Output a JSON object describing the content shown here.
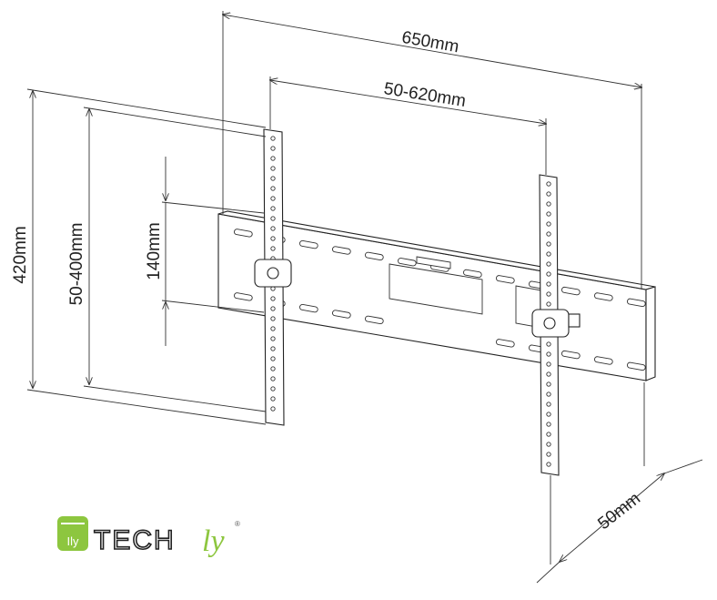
{
  "dimensions": {
    "overall_width": "650mm",
    "vesa_horizontal": "50-620mm",
    "overall_height": "420mm",
    "vesa_vertical": "50-400mm",
    "rail_height": "140mm",
    "depth": "50mm"
  },
  "logo": {
    "brand_main": "TECH",
    "brand_suffix": "ly",
    "badge_text": "Ily",
    "registered": "®",
    "accent_color": "#8dc63f"
  }
}
